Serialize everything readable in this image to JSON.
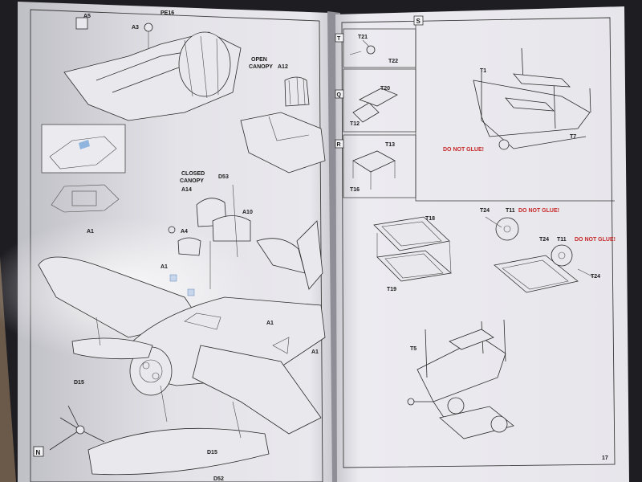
{
  "left_page": {
    "step_letter": "N",
    "labels": {
      "a5": "A5",
      "pe16": "PE16",
      "a3": "A3",
      "open_canopy_1": "OPEN",
      "open_canopy_2": "CANOPY",
      "a12": "A12",
      "closed_canopy_1": "CLOSED",
      "closed_canopy_2": "CANOPY",
      "d53": "D53",
      "a14": "A14",
      "a10": "A10",
      "a4": "A4",
      "a1_top": "A1",
      "a1_mid": "A1",
      "a1_right": "A1",
      "a1_far": "A1",
      "d15_left": "D15",
      "d15_bottom": "D15",
      "d52": "D52"
    }
  },
  "right_page": {
    "step_s": "S",
    "step_t": "T",
    "step_q": "Q",
    "step_r": "R",
    "page_number": "17",
    "labels": {
      "t21": "T21",
      "t22": "T22",
      "t20": "T20",
      "t12": "T12",
      "t13": "T13",
      "t16": "T16",
      "t1": "T1",
      "t7": "T7",
      "do_not_glue_1": "DO NOT GLUE!",
      "t18": "T18",
      "t19": "T19",
      "t24_a": "T24",
      "t11_a": "T11",
      "do_not_glue_2": "DO NOT GLUE!",
      "t24_b": "T24",
      "t11_b": "T11",
      "do_not_glue_3": "DO NOT GLUE!",
      "t24_c": "T24",
      "t5": "T5"
    }
  }
}
